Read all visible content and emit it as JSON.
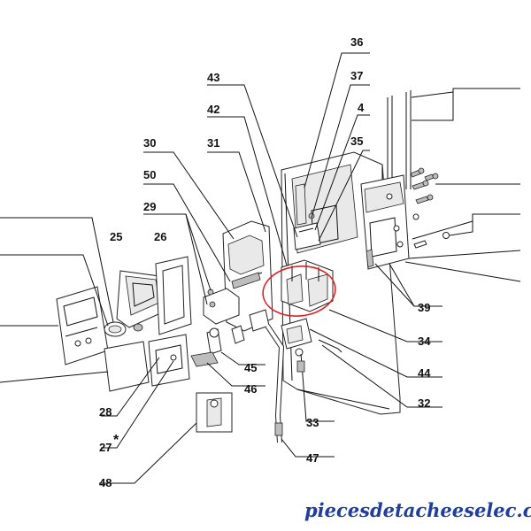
{
  "diagram": {
    "labels": [
      "36",
      "43",
      "37",
      "42",
      "4",
      "30",
      "31",
      "35",
      "50",
      "29",
      "25",
      "26",
      "39",
      "34",
      "45",
      "44",
      "46",
      "32",
      "28",
      "33",
      "27",
      "*",
      "47",
      "48"
    ],
    "highlight_color": "#e02020",
    "line_color": "#111111"
  },
  "watermark": {
    "text": "piecesdetacheeselec.com",
    "color": "#1f3f9a"
  }
}
